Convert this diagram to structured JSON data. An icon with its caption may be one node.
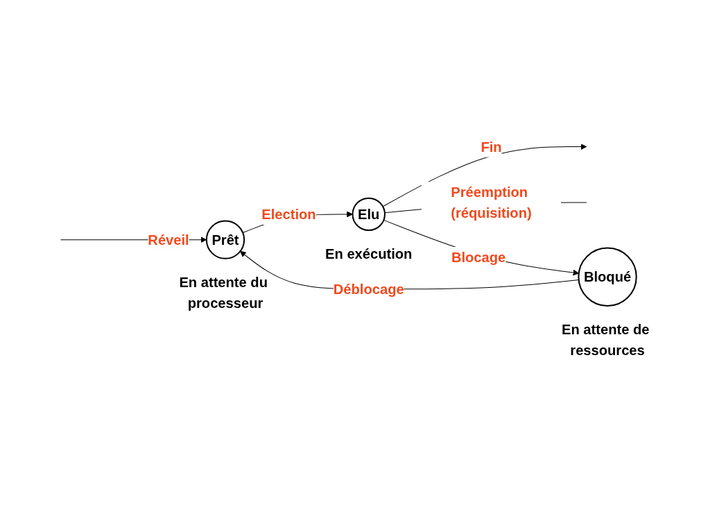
{
  "diagram": {
    "nodes": [
      {
        "text": [
          "Prêt"
        ],
        "beside": [
          "En attente du processeur"
        ]
      },
      {
        "text": [
          "Elu"
        ],
        "beside": [
          "En exécution"
        ]
      },
      {
        "text": [
          "Bloqué"
        ],
        "beside": [
          "En attente de ressources"
        ]
      }
    ],
    "edges": [
      {
        "from": null,
        "to": 0,
        "arrow": "to",
        "label": "Réveil"
      },
      {
        "from": 0,
        "to": 1,
        "arrow": "to",
        "label": "Election"
      },
      {
        "from": 1,
        "to": null,
        "arrow": "to",
        "label": "Fin"
      },
      {
        "from": 1,
        "to": null,
        "arrow": "none",
        "label": "Préemption (réquisition)"
      },
      {
        "from": 1,
        "to": 2,
        "arrow": "to",
        "label": "Blocage"
      },
      {
        "from": 2,
        "to": 0,
        "arrow": "to",
        "label": "Déblocage"
      }
    ]
  }
}
